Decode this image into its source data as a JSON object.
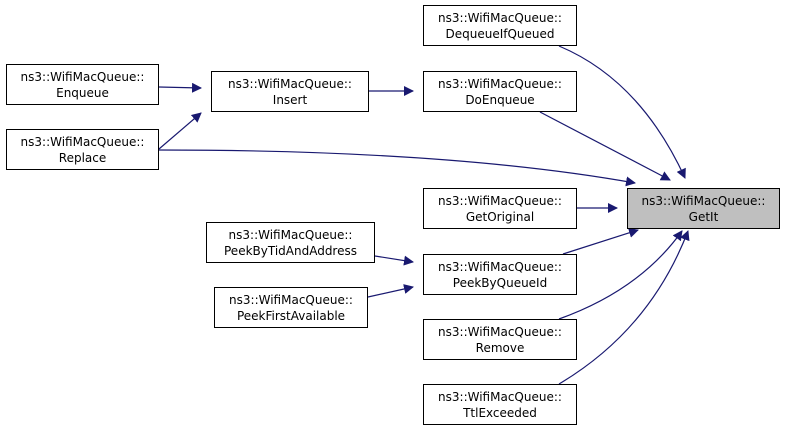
{
  "diagram": {
    "colors": {
      "edge": "#191970",
      "focus_fill": "#bfbfbf",
      "node_fill": "#ffffff",
      "border": "#000000"
    },
    "nodes": {
      "getit": {
        "line1": "ns3::WifiMacQueue::",
        "line2": "GetIt"
      },
      "dequeue_if_queued": {
        "line1": "ns3::WifiMacQueue::",
        "line2": "DequeueIfQueued"
      },
      "enqueue": {
        "line1": "ns3::WifiMacQueue::",
        "line2": "Enqueue"
      },
      "insert": {
        "line1": "ns3::WifiMacQueue::",
        "line2": "Insert"
      },
      "do_enqueue": {
        "line1": "ns3::WifiMacQueue::",
        "line2": "DoEnqueue"
      },
      "replace": {
        "line1": "ns3::WifiMacQueue::",
        "line2": "Replace"
      },
      "get_original": {
        "line1": "ns3::WifiMacQueue::",
        "line2": "GetOriginal"
      },
      "peek_by_tid": {
        "line1": "ns3::WifiMacQueue::",
        "line2": "PeekByTidAndAddress"
      },
      "peek_by_queue_id": {
        "line1": "ns3::WifiMacQueue::",
        "line2": "PeekByQueueId"
      },
      "peek_first": {
        "line1": "ns3::WifiMacQueue::",
        "line2": "PeekFirstAvailable"
      },
      "remove": {
        "line1": "ns3::WifiMacQueue::",
        "line2": "Remove"
      },
      "ttl_exceeded": {
        "line1": "ns3::WifiMacQueue::",
        "line2": "TtlExceeded"
      }
    },
    "edges": [
      {
        "from": "enqueue",
        "to": "insert"
      },
      {
        "from": "replace",
        "to": "insert"
      },
      {
        "from": "insert",
        "to": "do_enqueue"
      },
      {
        "from": "dequeue_if_queued",
        "to": "getit"
      },
      {
        "from": "do_enqueue",
        "to": "getit"
      },
      {
        "from": "replace",
        "to": "getit"
      },
      {
        "from": "get_original",
        "to": "getit"
      },
      {
        "from": "peek_by_queue_id",
        "to": "getit"
      },
      {
        "from": "remove",
        "to": "getit"
      },
      {
        "from": "ttl_exceeded",
        "to": "getit"
      },
      {
        "from": "peek_by_tid",
        "to": "peek_by_queue_id"
      },
      {
        "from": "peek_first",
        "to": "peek_by_queue_id"
      }
    ]
  }
}
